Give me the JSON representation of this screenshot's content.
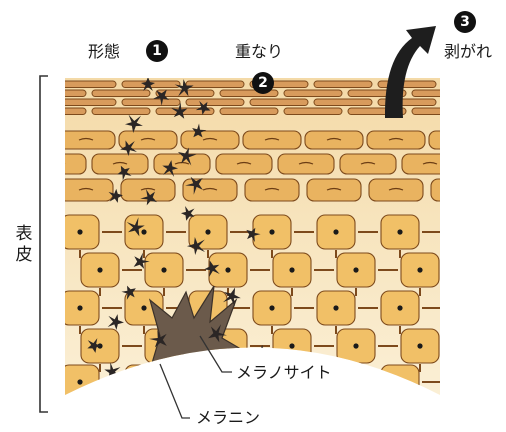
{
  "labels": {
    "form": "形態",
    "overlap": "重なり",
    "peel": "剥がれ",
    "epidermis": [
      "表",
      "皮"
    ],
    "melanocyte": "メラノサイト",
    "melanin": "メラニン"
  },
  "markers": [
    "1",
    "2",
    "3"
  ],
  "colors": {
    "corneum_bg": "#f3dcae",
    "corneum_cell": "#d89b5c",
    "granular_cell": "#e9b360",
    "basal_cell": "#f1c067",
    "cell_edge": "#7d4a1c",
    "melanin": "#2b2625",
    "melanocyte": "#6b5a4b",
    "outline": "#222222"
  }
}
